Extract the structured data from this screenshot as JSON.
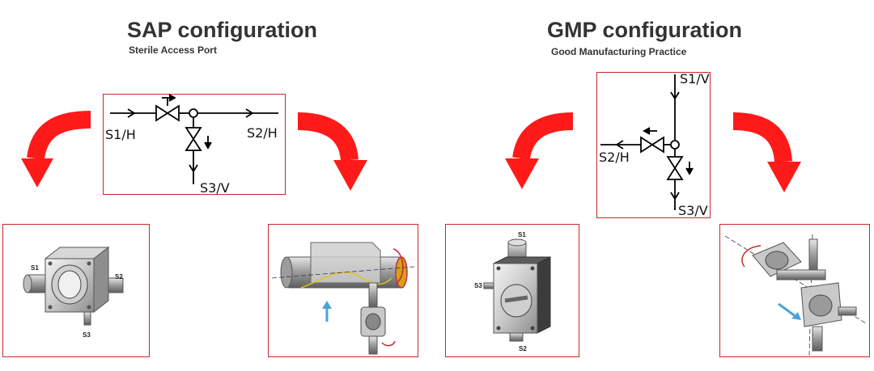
{
  "sap": {
    "title": "SAP configuration",
    "subtitle": "Sterile Access Port",
    "schematic": {
      "s1": "S1/H",
      "s2": "S2/H",
      "s3": "S3/V"
    },
    "left_port": {
      "s1": "S1",
      "s2": "S2",
      "s3": "S3"
    }
  },
  "gmp": {
    "title": "GMP configuration",
    "subtitle": "Good Manufacturing Practice",
    "schematic": {
      "s1": "S1/V",
      "s2": "S2/H",
      "s3": "S3/V"
    },
    "left_port": {
      "s1": "S1",
      "s2": "S2",
      "s3": "S3"
    }
  },
  "colors": {
    "arrow": "#ff1a1a",
    "frame": "#c8282a",
    "accent_blue": "#4aa3d8"
  }
}
